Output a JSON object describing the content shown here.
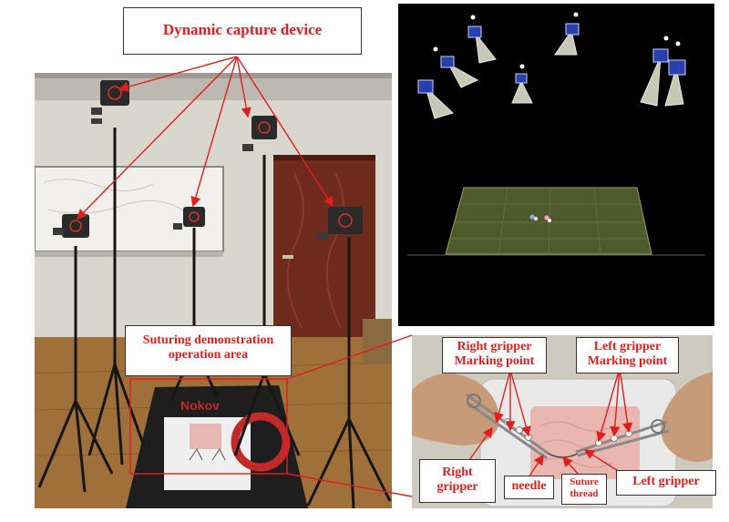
{
  "labels": {
    "dynamic_capture_device": "Dynamic capture device",
    "suturing_area_line1": "Suturing demonstration",
    "suturing_area_line2": "operation area",
    "right_gripper_marking_line1": "Right gripper",
    "right_gripper_marking_line2": "Marking point",
    "left_gripper_marking_line1": "Left gripper",
    "left_gripper_marking_line2": "Marking point",
    "right_gripper_line1": "Right",
    "right_gripper_line2": "gripper",
    "needle": "needle",
    "suture_thread_line1": "Suture",
    "suture_thread_line2": "thread",
    "left_gripper": "Left gripper"
  },
  "mat_brand": "Nokov",
  "colors": {
    "annotation_red": "#e01e1e",
    "software_background": "#000000",
    "capture_plane": "#4f5a2c",
    "camera_blue": "#2a3fae",
    "floor": "#a0703a",
    "wall": "#d9d6ce"
  }
}
